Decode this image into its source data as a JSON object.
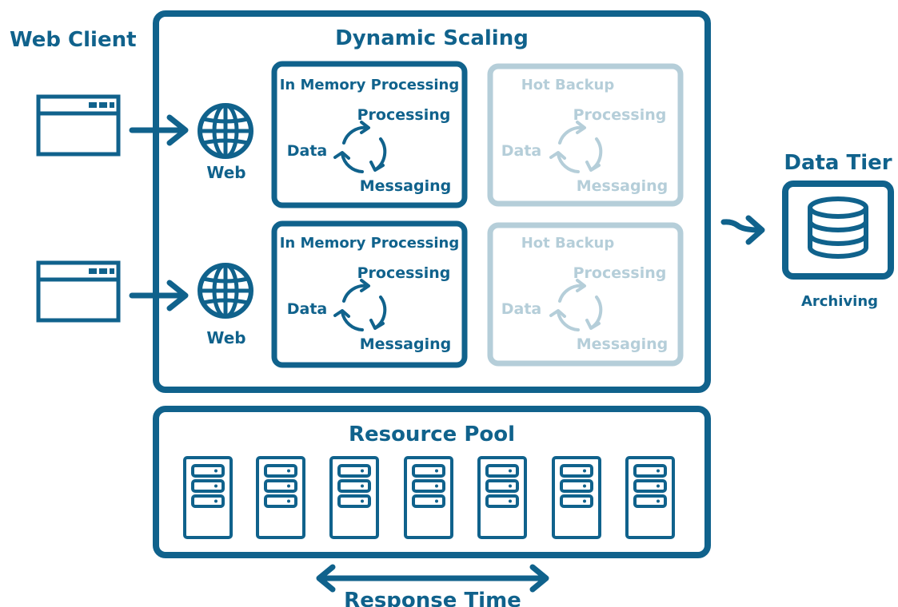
{
  "web_client": {
    "title": "Web Client",
    "web_label_1": "Web",
    "web_label_2": "Web"
  },
  "dynamic_scaling": {
    "title": "Dynamic Scaling",
    "active_nodes": [
      {
        "title": "In Memory Processing",
        "processing": "Processing",
        "data": "Data",
        "messaging": "Messaging"
      },
      {
        "title": "In Memory Processing",
        "processing": "Processing",
        "data": "Data",
        "messaging": "Messaging"
      }
    ],
    "backup_nodes": [
      {
        "title": "Hot Backup",
        "processing": "Processing",
        "data": "Data",
        "messaging": "Messaging"
      },
      {
        "title": "Hot Backup",
        "processing": "Processing",
        "data": "Data",
        "messaging": "Messaging"
      }
    ]
  },
  "data_tier": {
    "title": "Data Tier",
    "label": "Archiving"
  },
  "resource_pool": {
    "title": "Resource Pool",
    "server_icon": "server-icon"
  },
  "response_time": {
    "label": "Response Time"
  },
  "colors": {
    "primary": "#10628c",
    "muted": "#b5ced9",
    "background": "#ffffff"
  }
}
